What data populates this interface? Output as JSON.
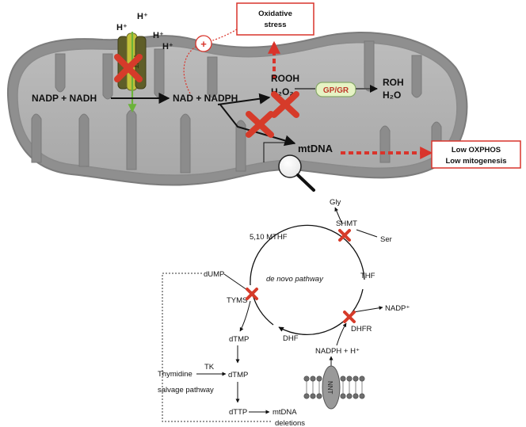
{
  "mito": {
    "h_plus": [
      "H⁺",
      "H⁺",
      "H⁺",
      "H⁺"
    ],
    "nnt": "NNT",
    "nadp_nadh": "NADP + NADH",
    "nad_nadph": "NAD + NADPH",
    "rooh": "ROOH",
    "h2o2": "H₂O₂",
    "gpgr": "GP/GR",
    "roh": "ROH",
    "h2o": "H₂O",
    "mtdna": "mtDNA",
    "plus_sign": "+"
  },
  "boxes": {
    "oxidative_line1": "Oxidative",
    "oxidative_line2": "stress",
    "oxphos_line1": "Low OXPHOS",
    "oxphos_line2": "Low mitogenesis"
  },
  "cycle": {
    "gly": "Gly",
    "shmt": "SHMT",
    "ser": "Ser",
    "mthf": "5,10 MTHF",
    "pathway_italic": "de novo",
    "pathway_rest": " pathway",
    "thf": "THF",
    "dump": "dUMP",
    "tyms": "TYMS",
    "nadp_plus": "NADP⁺",
    "dhfr": "DHFR",
    "dtmp_1": "dTMP",
    "dhf": "DHF",
    "nadph_h": "NADPH + H⁺",
    "tk": "TK",
    "thymidine": "Thymidine",
    "salvage": "salvage pathway",
    "dtmp_2": "dTMP",
    "dttp": "dTTP",
    "mtdna": "mtDNA",
    "deletions": "deletions",
    "nnt_membrane": "NNT"
  },
  "colors": {
    "cross_red": "#d63b2a",
    "box_red": "#d9342b",
    "mito_outer": "#9c9c9c",
    "mito_inner": "#777777",
    "nnt_olive": "#6b6a2e",
    "arrow_green": "#6bb33a",
    "gpgr_fill": "#e6f3c4"
  }
}
